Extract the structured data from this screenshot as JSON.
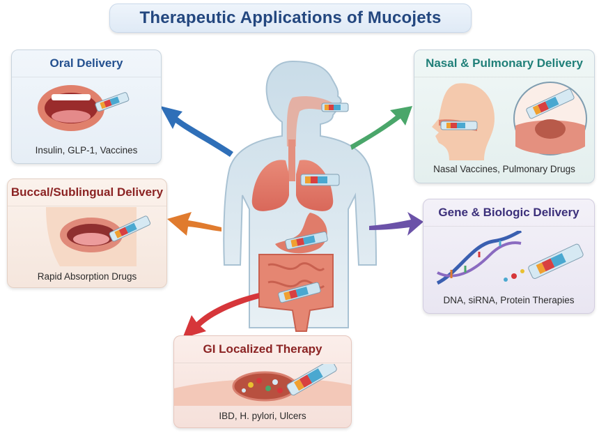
{
  "title": "Therapeutic Applications of Mucojets",
  "center": {
    "illustration": "human-torso-anatomy-icon",
    "organs": [
      "nasal-cavity",
      "trachea",
      "lungs",
      "stomach",
      "intestines"
    ]
  },
  "cards": {
    "oral": {
      "title": "Oral Delivery",
      "caption": "Insulin, GLP-1, Vaccines",
      "icon": "open-mouth-icon",
      "arrow_color": "#2f6fb8"
    },
    "nasal": {
      "title": "Nasal & Pulmonary Delivery",
      "caption": "Nasal Vaccines, Pulmonary Drugs",
      "icon": "head-profile-icon",
      "arrow_color": "#4aa66a"
    },
    "buccal": {
      "title": "Buccal/Sublingual Delivery",
      "caption": "Rapid Absorption Drugs",
      "icon": "mouth-tongue-icon",
      "arrow_color": "#e07b2e"
    },
    "gene": {
      "title": "Gene & Biologic Delivery",
      "caption": "DNA, siRNA, Protein Therapies",
      "icon": "dna-helix-icon",
      "arrow_color": "#6b52a8"
    },
    "gi": {
      "title": "GI Localized Therapy",
      "caption": "IBD, H. pylori, Ulcers",
      "icon": "gi-lesion-icon",
      "arrow_color": "#d6363a"
    }
  }
}
